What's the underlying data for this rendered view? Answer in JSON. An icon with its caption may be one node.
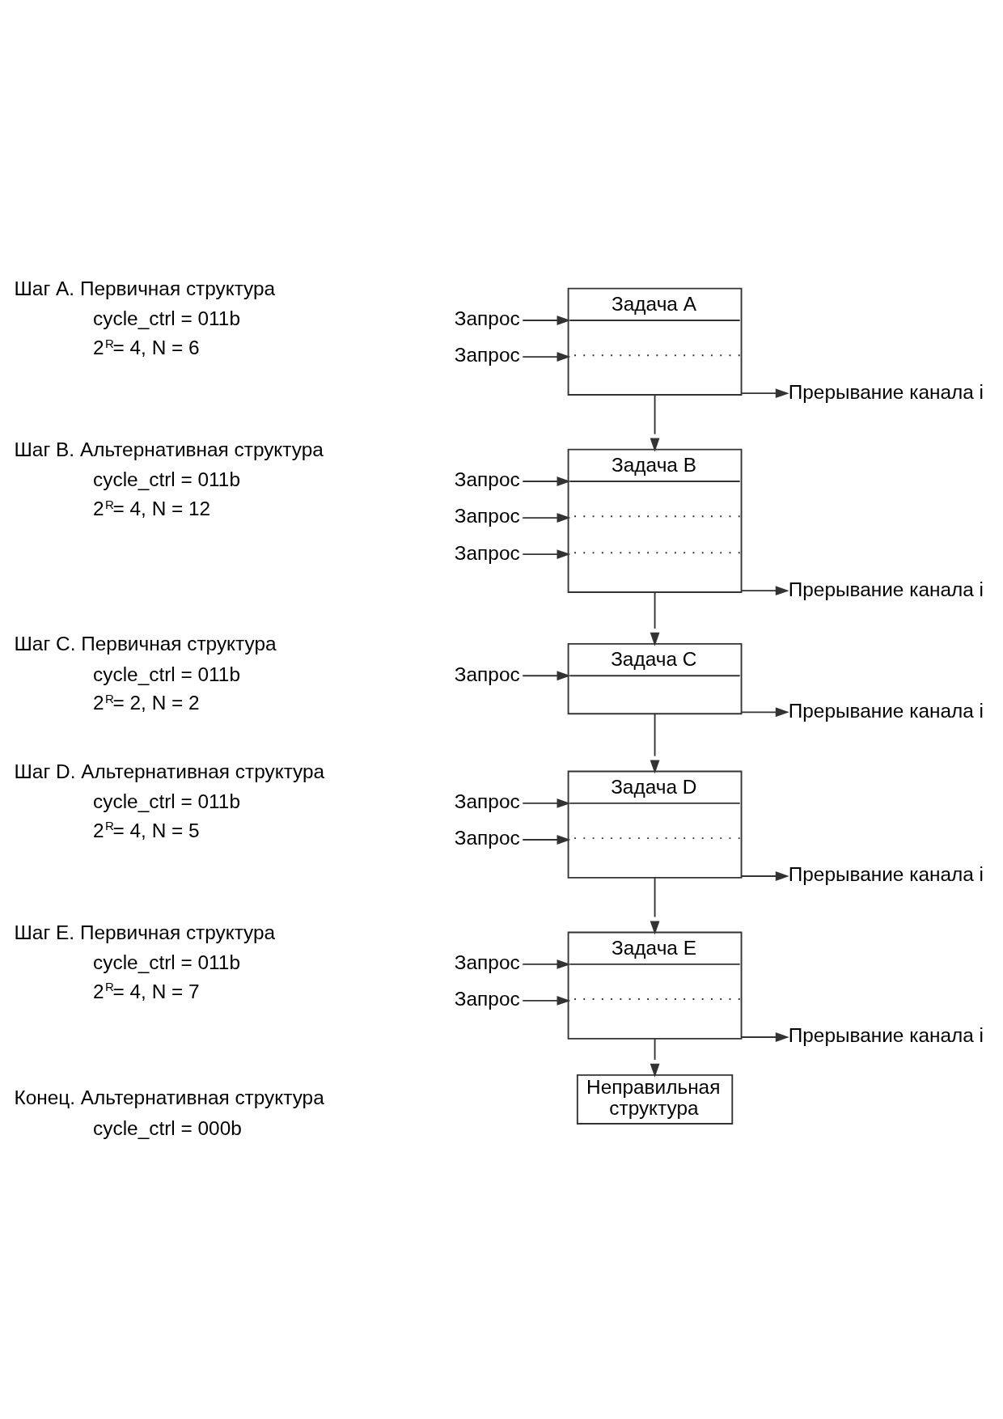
{
  "diagram": {
    "nodes": [
      {
        "text": [
          "Задача A"
        ]
      },
      {
        "text": [
          "Запрос"
        ]
      },
      {
        "text": [
          "Запрос"
        ]
      },
      {
        "text": [
          "Прерывание канала i"
        ]
      },
      {
        "text": [
          "Задача B"
        ]
      },
      {
        "text": [
          "Запрос"
        ]
      },
      {
        "text": [
          "Запрос"
        ]
      },
      {
        "text": [
          "Запрос"
        ]
      },
      {
        "text": [
          "Прерывание канала i"
        ]
      },
      {
        "text": [
          "Задача C"
        ]
      },
      {
        "text": [
          "Запрос"
        ]
      },
      {
        "text": [
          "Прерывание канала i"
        ]
      },
      {
        "text": [
          "Задача D"
        ]
      },
      {
        "text": [
          "Запрос"
        ]
      },
      {
        "text": [
          "Запрос"
        ]
      },
      {
        "text": [
          "Прерывание канала i"
        ]
      },
      {
        "text": [
          "Задача E"
        ]
      },
      {
        "text": [
          "Запрос"
        ]
      },
      {
        "text": [
          "Запрос"
        ]
      },
      {
        "text": [
          "Прерывание канала i"
        ]
      },
      {
        "text": [
          "Неправильная структура"
        ]
      }
    ],
    "edges": [
      {
        "from": 1,
        "to": 0,
        "arrow": "to"
      },
      {
        "from": 2,
        "to": 0,
        "arrow": "to"
      },
      {
        "from": 0,
        "to": 3,
        "arrow": "to"
      },
      {
        "from": 0,
        "to": 4,
        "arrow": "to"
      },
      {
        "from": 5,
        "to": 4,
        "arrow": "to"
      },
      {
        "from": 6,
        "to": 4,
        "arrow": "to"
      },
      {
        "from": 7,
        "to": 4,
        "arrow": "to"
      },
      {
        "from": 4,
        "to": 8,
        "arrow": "to"
      },
      {
        "from": 4,
        "to": 9,
        "arrow": "to"
      },
      {
        "from": 10,
        "to": 9,
        "arrow": "to"
      },
      {
        "from": 9,
        "to": 11,
        "arrow": "to"
      },
      {
        "from": 9,
        "to": 12,
        "arrow": "to"
      },
      {
        "from": 13,
        "to": 12,
        "arrow": "to"
      },
      {
        "from": 14,
        "to": 12,
        "arrow": "to"
      },
      {
        "from": 12,
        "to": 15,
        "arrow": "to"
      },
      {
        "from": 12,
        "to": 16,
        "arrow": "to"
      },
      {
        "from": 17,
        "to": 16,
        "arrow": "to"
      },
      {
        "from": 18,
        "to": 16,
        "arrow": "to"
      },
      {
        "from": 16,
        "to": 19,
        "arrow": "to"
      },
      {
        "from": 16,
        "to": 20,
        "arrow": "to"
      }
    ],
    "labels": [
      "Шаг A. Первичная структура",
      "cycle_ctrl = 011b",
      "2$^{R}$= 4, N = 6",
      "Шаг B. Альтернативная структура",
      "cycle_ctrl = 011b",
      "2$^{R}$= 4, N = 12",
      "Шаг C. Первичная структура",
      "cycle_ctrl = 011b",
      "2$^{R}$= 2, N = 2",
      "Шаг D. Альтернативная структура",
      "cycle_ctrl = 011b",
      "2$^{R}$= 4, N = 5",
      "Шаг E. Первичная структура",
      "cycle_ctrl = 011b",
      "2$^{R}$= 4, N = 7",
      "Конец. Альтернативная структура",
      "cycle_ctrl = 000b"
    ]
  }
}
